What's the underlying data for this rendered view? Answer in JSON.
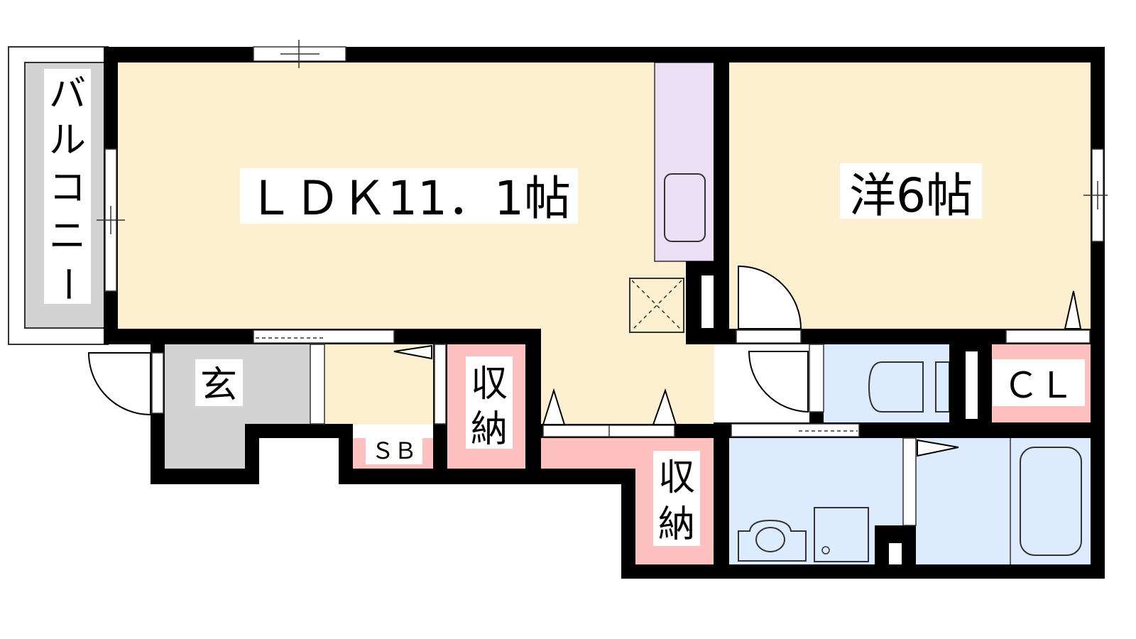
{
  "floor_plan": {
    "rooms": {
      "ldk": "ＬＤＫ11．1帖",
      "western": "洋6帖",
      "balcony": [
        "バ",
        "ル",
        "コ",
        "ニ",
        "ー"
      ],
      "entrance": "玄",
      "shoe_box": "ＳＢ",
      "storage_1": [
        "収",
        "納"
      ],
      "storage_2": [
        "収",
        "納"
      ],
      "closet": "ＣＬ"
    },
    "colors": {
      "ldk": "#fdf0d0",
      "kitchen": "#ebdff5",
      "entrance": "#d3d3d3",
      "storage": "#ffc0c0",
      "wet": "#dcebfd",
      "wall": "#000000"
    }
  }
}
